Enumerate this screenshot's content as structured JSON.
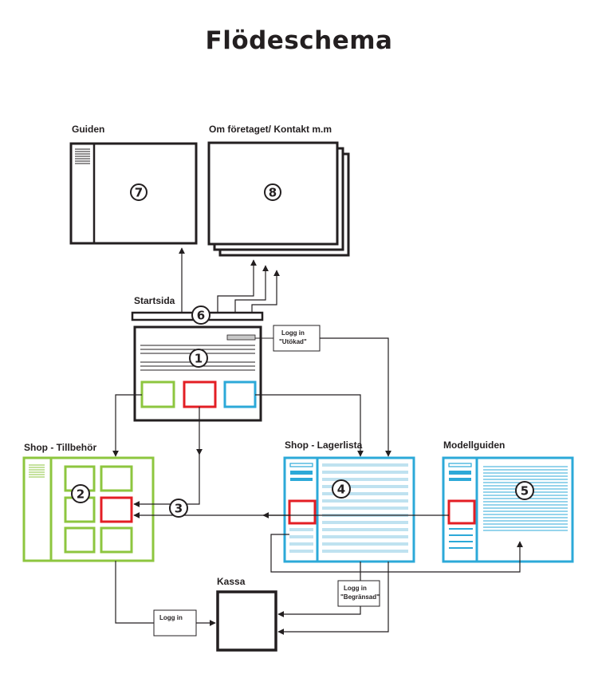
{
  "title": "Flödeschema",
  "pages": {
    "guiden": "Guiden",
    "om_foretaget": "Om företaget/ Kontakt m.m",
    "startsida": "Startsida",
    "shop_tillbehor": "Shop - Tillbehör",
    "shop_lagerlista": "Shop - Lagerlista",
    "modellguiden": "Modellguiden",
    "kassa": "Kassa"
  },
  "login_boxes": {
    "utokad_line1": "Logg in",
    "utokad_line2": "\"Utökad\"",
    "begransad_line1": "Logg in",
    "begransad_line2": "\"Begränsad\"",
    "plain": "Logg in"
  },
  "markers": [
    "1",
    "2",
    "3",
    "4",
    "5",
    "6",
    "7",
    "8"
  ],
  "colors": {
    "ink": "#231f20",
    "green": "#8dc63f",
    "red": "#e31e24",
    "blue": "#2ca9d8",
    "light_blue": "#bfe2f0",
    "gray": "#c8c8c8"
  }
}
